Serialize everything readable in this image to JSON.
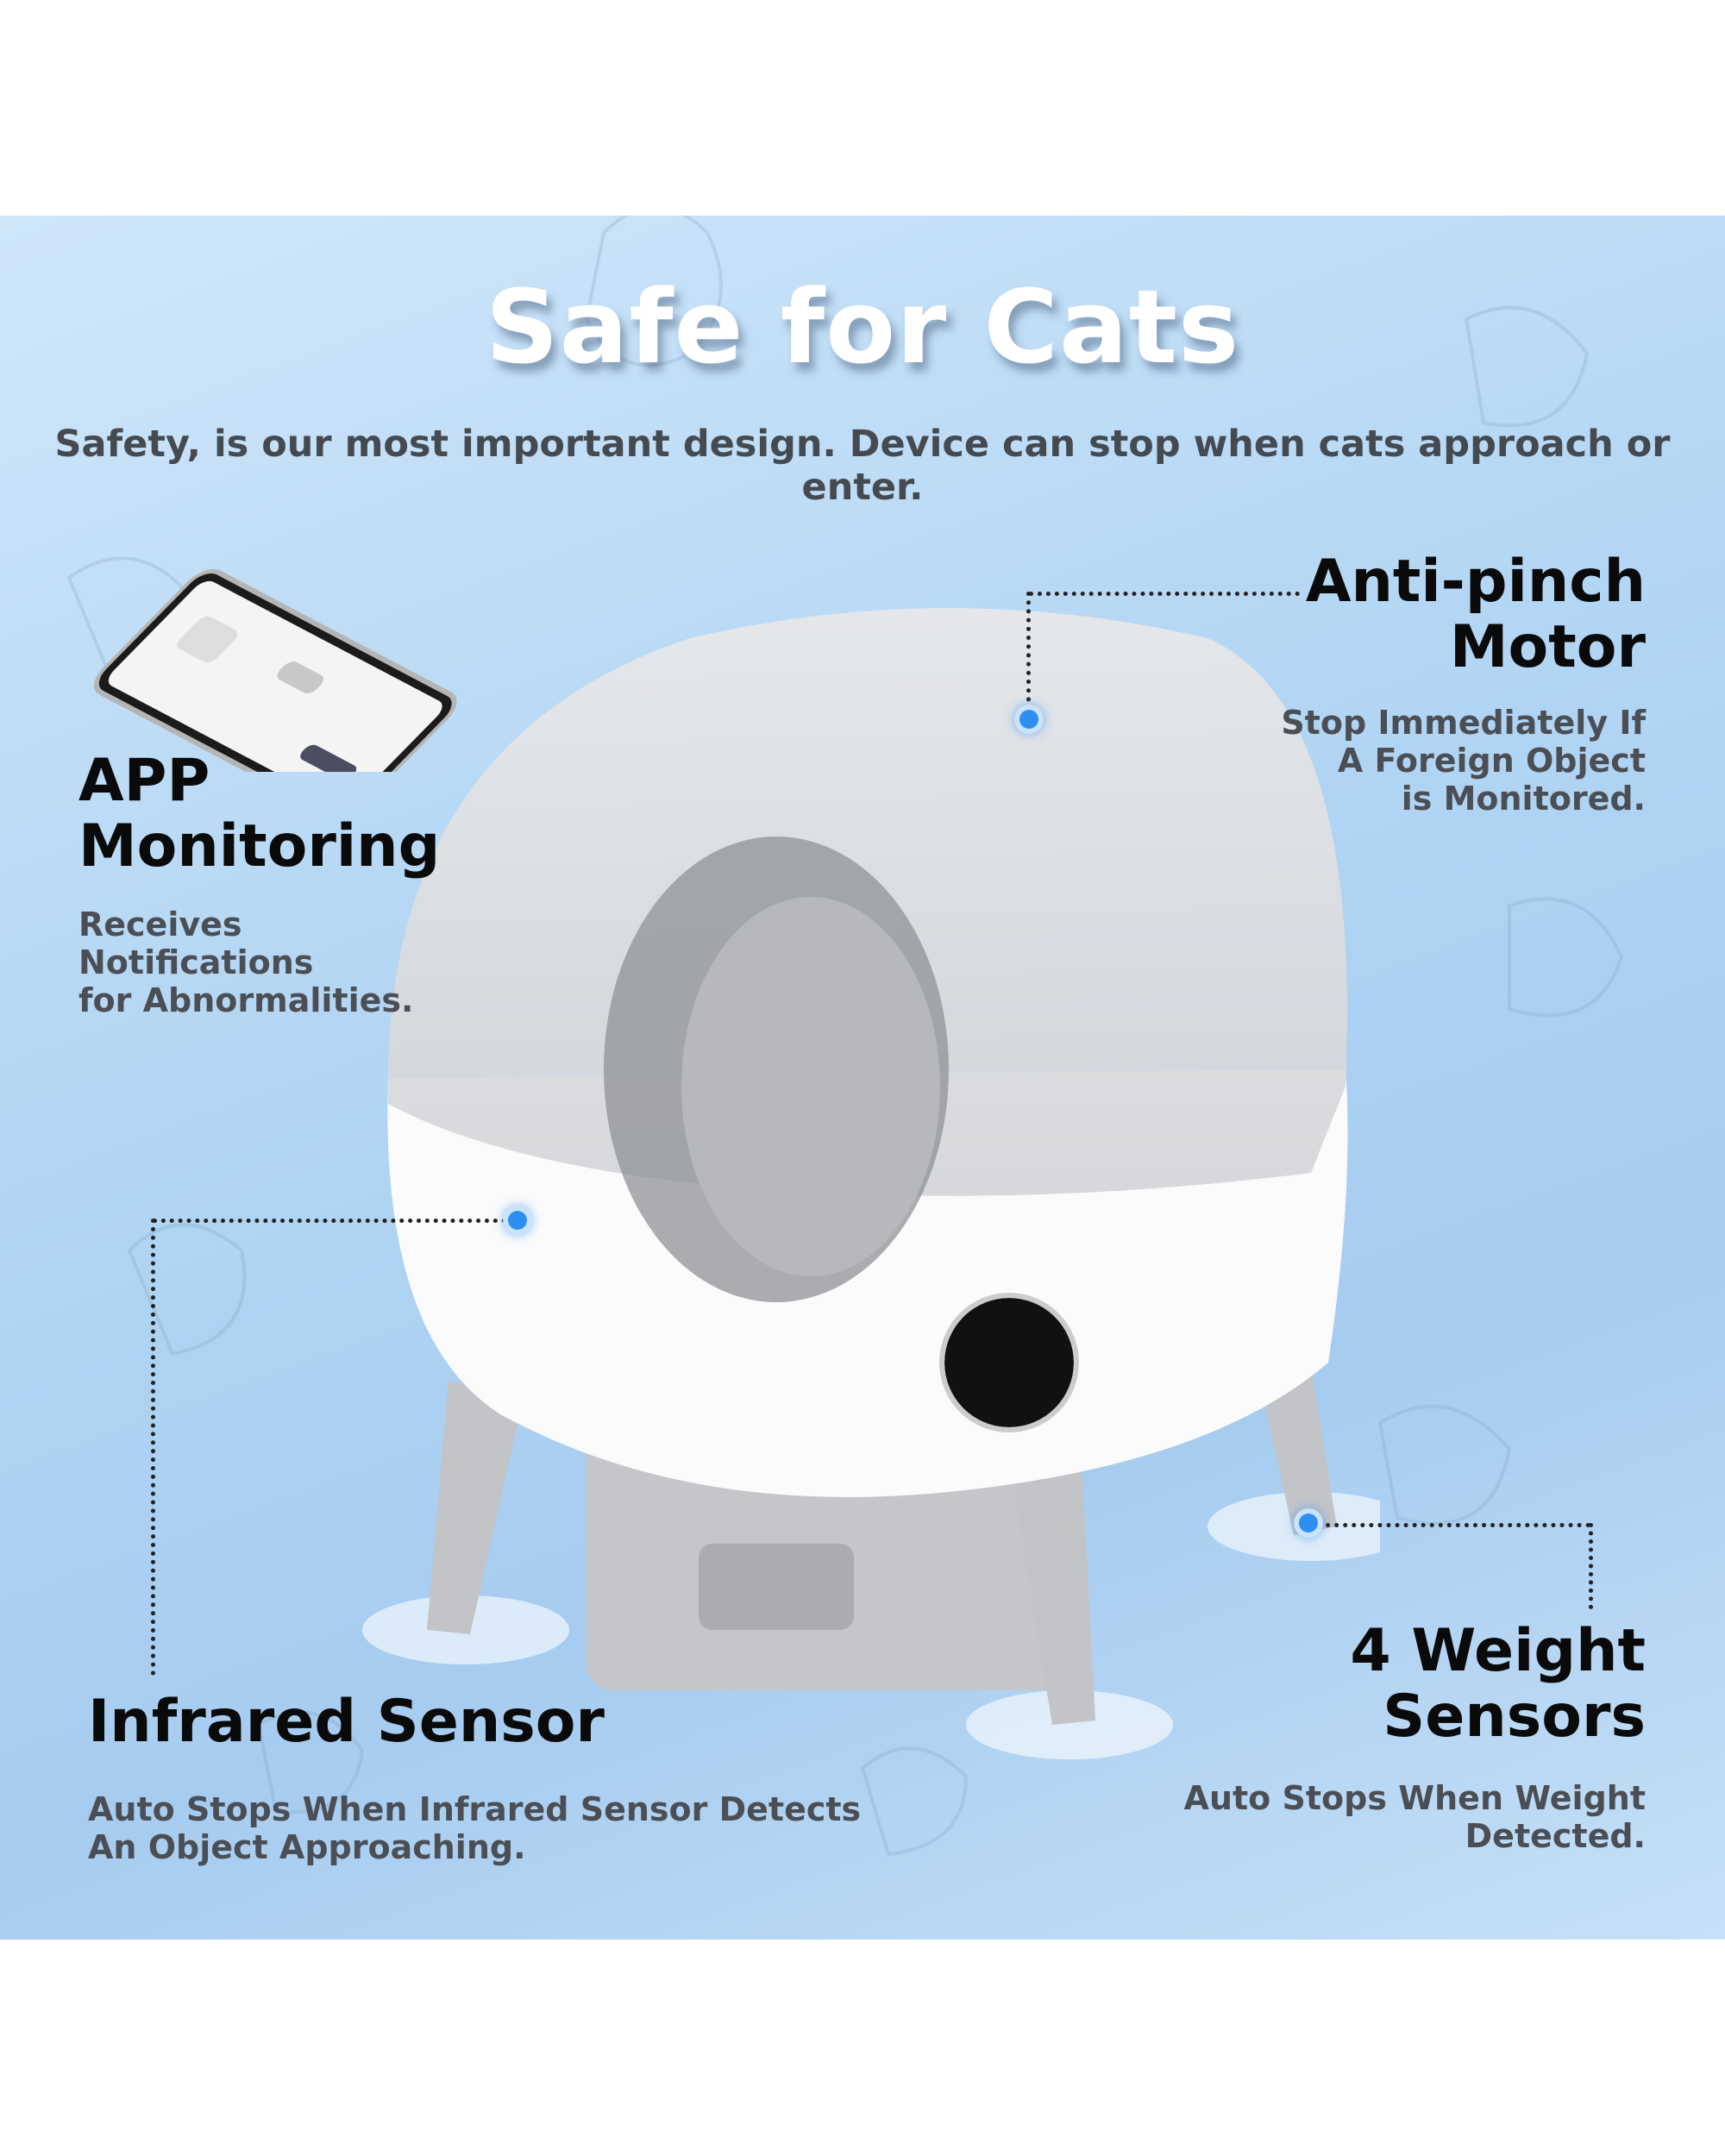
{
  "title": "Safe for Cats",
  "subtitle": "Safety, is our most important design. Device can stop when cats approach or enter.",
  "features": {
    "anti_pinch": {
      "title_lines": [
        "Anti-pinch",
        "Motor"
      ],
      "desc_lines": [
        "Stop Immediately If",
        "A Foreign Object",
        "is Monitored."
      ]
    },
    "app": {
      "title_lines": [
        "APP",
        "Monitoring"
      ],
      "desc_lines": [
        "Receives",
        "Notifications",
        "for Abnormalities."
      ]
    },
    "infrared": {
      "title_lines": [
        "Infrared Sensor"
      ],
      "desc_lines": [
        "Auto Stops When Infrared Sensor Detects",
        "An Object Approaching."
      ]
    },
    "weight": {
      "title_lines": [
        "4 Weight",
        "Sensors"
      ],
      "desc_lines": [
        "Auto Stops When Weight",
        "Detected."
      ]
    }
  },
  "colors": {
    "background": "#b3d6f4",
    "accent_dot": "#2e8ff0",
    "title": "#ffffff",
    "heading": "#0a0a0a",
    "body_text": "#4b4f55"
  }
}
